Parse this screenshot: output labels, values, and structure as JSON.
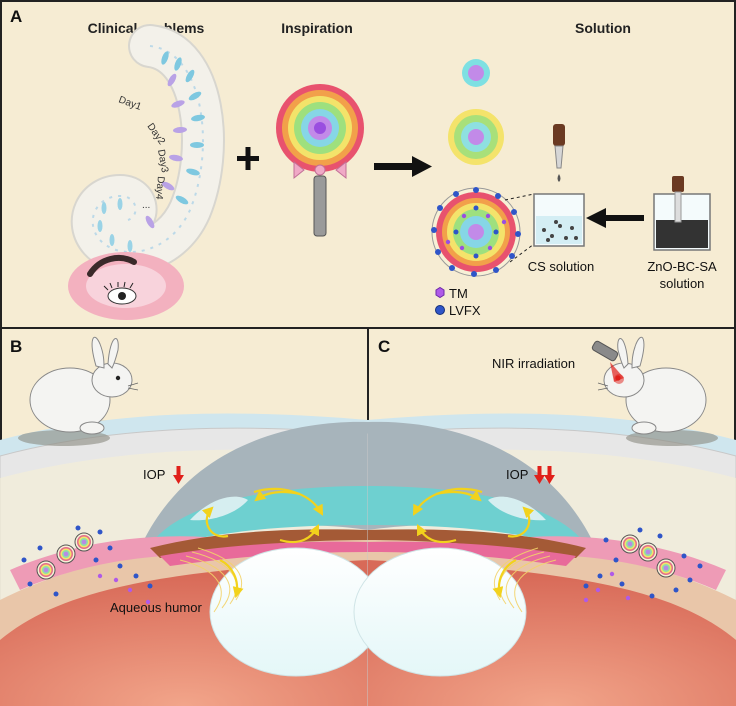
{
  "panel_a": {
    "label": "A",
    "headings": [
      "Clinical problems",
      "Inspiration",
      "Solution"
    ],
    "days": [
      "Day1",
      "Day2",
      "Day3",
      "Day4",
      "..."
    ],
    "solutions": [
      "CS solution",
      "ZnO-BC-SA",
      "solution"
    ],
    "legend": [
      "TM",
      "LVFX"
    ]
  },
  "panel_b": {
    "label": "B",
    "iop": "IOP",
    "aqueous": "Aqueous humor"
  },
  "panel_c": {
    "label": "C",
    "iop": "IOP",
    "nir": "NIR irradiation"
  },
  "colors": {
    "background": "#f6ecd3",
    "border": "#222222",
    "arrow_red": "#e0201a",
    "arrow_yellow": "#f2d21c",
    "lvfx_blue": "#2f55c8",
    "tm_purple": "#9a4ee0"
  },
  "icons": [
    "rabbit-icon",
    "lollipop-icon",
    "dropper-icon",
    "beaker-icon",
    "plus-icon",
    "arrow-icon",
    "eye-icon"
  ]
}
